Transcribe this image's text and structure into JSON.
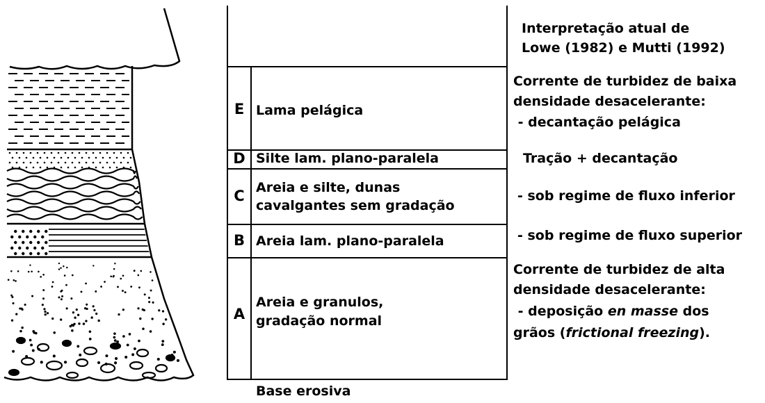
{
  "header": {
    "interp_line1": "Interpretação atual de",
    "interp_line2": "Lowe (1982) e Mutti (1992)"
  },
  "divisions": [
    {
      "letter": "E",
      "description": [
        "Lama pelágica"
      ]
    },
    {
      "letter": "D",
      "description": [
        "Silte lam. plano-paralela"
      ]
    },
    {
      "letter": "C",
      "description": [
        "Areia e silte, dunas",
        "cavalgantes sem gradação"
      ]
    },
    {
      "letter": "B",
      "description": [
        "Areia lam. plano-paralela"
      ]
    },
    {
      "letter": "A",
      "description": [
        "Areia e granulos,",
        "gradação normal"
      ]
    }
  ],
  "interpretations": {
    "low_density": [
      "Corrente de turbidez de baixa",
      "densidade desacelerante:",
      " - decantação pelágica"
    ],
    "traction": "Tração + decantação",
    "lower_regime": "- sob regime de fluxo inferior",
    "upper_regime": "- sob regime de fluxo superior",
    "high_density": {
      "line1": "Corrente de turbidez de alta",
      "line2": "densidade desacelerante:",
      "line3_pre": " - deposição ",
      "line3_italic": "en masse",
      "line3_post": " dos",
      "line4_pre": "grãos (",
      "line4_italic": "frictional freezing",
      "line4_post": ")."
    }
  },
  "footer": {
    "base": "Base erosiva"
  }
}
